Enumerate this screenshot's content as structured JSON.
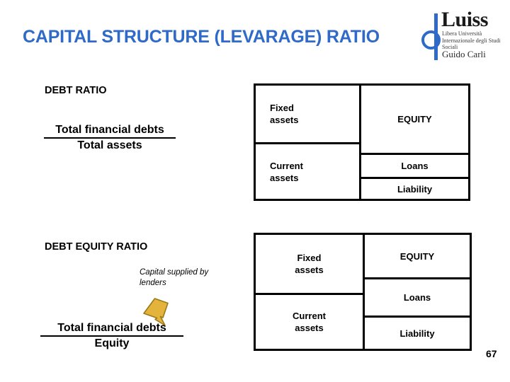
{
  "slide": {
    "title": "CAPITAL STRUCTURE (LEVARAGE) RATIO",
    "title_color": "#2f6ac9",
    "page_number": "67",
    "background_color": "#ffffff"
  },
  "logo": {
    "wordmark": "Luiss",
    "subtitle": "Libera Università Internazionale degli Studi Sociali",
    "name": "Guido Carli",
    "accent_color": "#2f6ac9"
  },
  "left_column": {
    "debt_ratio": {
      "heading": "DEBT RATIO",
      "numerator": "Total financial debts",
      "denominator": "Total assets"
    },
    "debt_equity_ratio": {
      "heading": "DEBT EQUITY RATIO",
      "numerator": "Total financial debts",
      "denominator": "Equity",
      "annotation": "Capital supplied by lenders",
      "arrow_color": "#e3b33c",
      "arrow_outline_color": "#9a7a18"
    }
  },
  "diagrams": [
    {
      "name": "debt-ratio-balance-sheet",
      "assets": [
        {
          "label": "Fixed\nassets",
          "line1": "Fixed",
          "line2": "assets"
        },
        {
          "label": "Current\nassets",
          "line1": "Current",
          "line2": "assets"
        }
      ],
      "liabilities": [
        {
          "label": "EQUITY"
        },
        {
          "label": "Loans"
        },
        {
          "label": "Liability"
        }
      ]
    },
    {
      "name": "debt-equity-balance-sheet",
      "assets": [
        {
          "label": "Fixed\nassets",
          "line1": "Fixed",
          "line2": "assets"
        },
        {
          "label": "Current\nassets",
          "line1": "Current",
          "line2": "assets"
        }
      ],
      "liabilities": [
        {
          "label": "EQUITY"
        },
        {
          "label": "Loans"
        },
        {
          "label": "Liability"
        }
      ]
    }
  ]
}
